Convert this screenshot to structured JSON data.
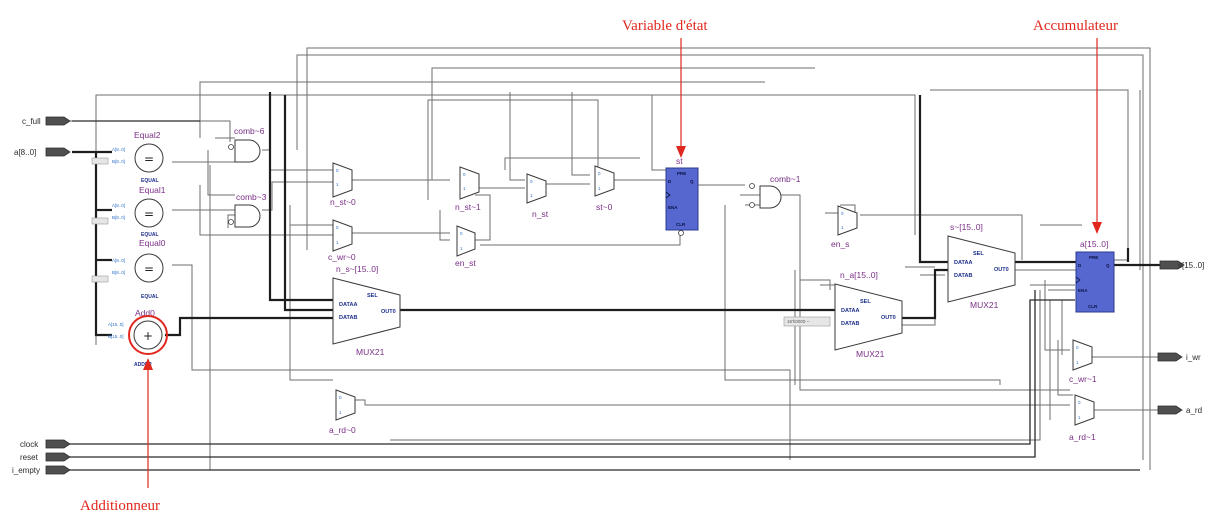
{
  "annotations": {
    "state_variable": "Variable d'état",
    "accumulator": "Accumulateur",
    "adder": "Additionneur"
  },
  "inputs": {
    "c_full": "c_full",
    "a_bus": "a[8..0]",
    "clock": "clock",
    "reset": "reset",
    "i_empty": "i_empty"
  },
  "outputs": {
    "s_bus": "s[15..0]",
    "i_wr": "i_wr",
    "a_rd": "a_rd"
  },
  "blocks": {
    "equal2": "Equal2",
    "equal1": "Equal1",
    "equal0": "Equal0",
    "add0": "Add0",
    "comb6": "comb~6",
    "comb3": "comb~3",
    "comb1": "comb~1",
    "n_st0": "n_st~0",
    "n_st1": "n_st~1",
    "n_st": "n_st",
    "st0": "st~0",
    "st": "st",
    "c_wr0": "c_wr~0",
    "en_st": "en_st",
    "n_s": "n_s~[15..0]",
    "mux21": "MUX21",
    "n_a": "n_a[15..0]",
    "en_s": "en_s",
    "s_mux": "s~[15..0]",
    "a_reg": "a[15..0]",
    "c_wr1": "c_wr~1",
    "a_rd0": "a_rd~0",
    "a_rd1": "a_rd~1",
    "equal_type": "EQUAL",
    "adder_type": "ADDER",
    "const_zero": "16'h0000 --"
  }
}
